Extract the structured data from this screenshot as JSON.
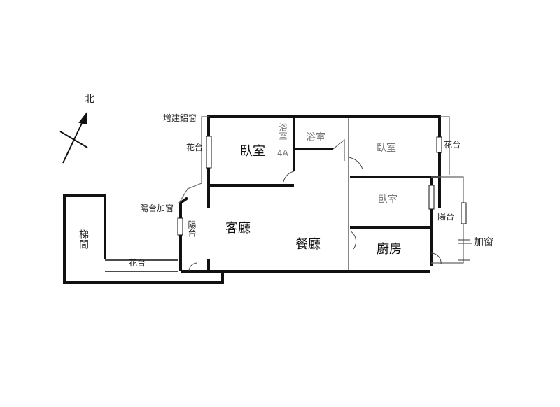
{
  "compass": {
    "north": "北"
  },
  "rooms": {
    "bedroom_main": "臥室",
    "bath_small": "浴室",
    "bath_small_code": "4A",
    "bath": "浴室",
    "bedroom_ne": "臥室",
    "bedroom_e": "臥室",
    "kitchen": "廚房",
    "living": "客廳",
    "dining": "餐廳",
    "stairwell": "梯間",
    "balcony_w": "陽台",
    "balcony_e": "陽台"
  },
  "annotations": {
    "added_aluminum_window": "增建鋁窗",
    "planter_w": "花台",
    "planter_e": "花台",
    "planter_sw": "花台",
    "balcony_added_window": "陽台加窗",
    "added_window": "加窗"
  }
}
